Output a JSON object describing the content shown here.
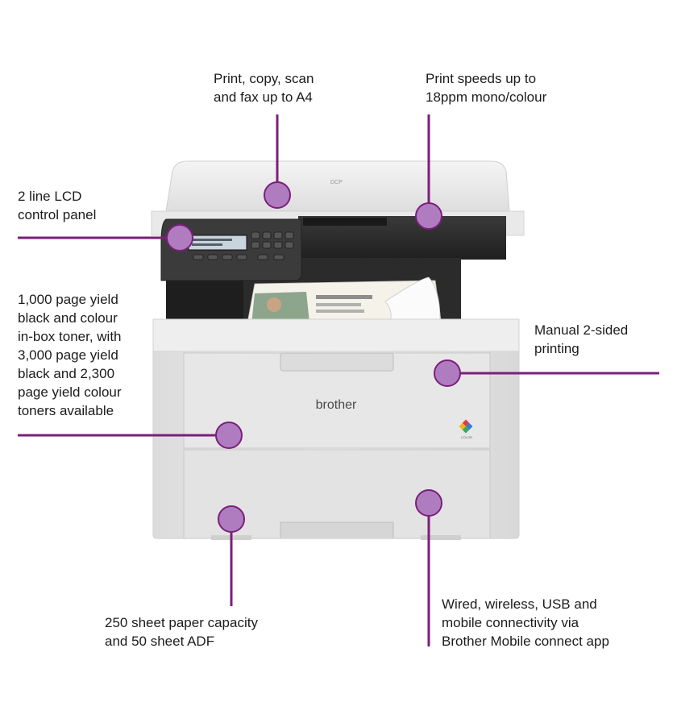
{
  "product": {
    "brand": "brother",
    "model_badge": "DCP",
    "logo_caption": "COLOR"
  },
  "callouts": {
    "top_left": "Print, copy, scan\nand fax up to A4",
    "top_right": "Print speeds up to\n18ppm mono/colour",
    "lcd": "2 line LCD\ncontrol panel",
    "toner": "1,000 page yield\nblack and colour\nin-box toner, with\n3,000 page yield\nblack and 2,300\npage yield colour\ntoners available",
    "duplex": "Manual 2-sided\nprinting",
    "paper": "250 sheet paper capacity\nand 50 sheet ADF",
    "connectivity": "Wired, wireless, USB and\nmobile connectivity via\nBrother Mobile connect app"
  },
  "colors": {
    "accent_line": "#7b1f7a",
    "accent_dot": "#b07cc0",
    "printer_body": "#e6e6e6",
    "printer_dark": "#2d2d2d"
  }
}
